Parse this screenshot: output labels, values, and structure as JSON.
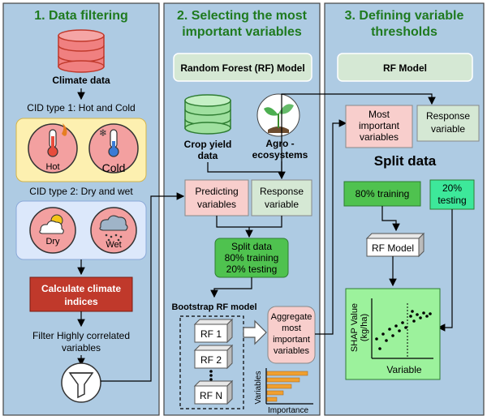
{
  "panel1": {
    "title": "1. Data filtering",
    "climate_data": "Climate data",
    "cid1": "CID type 1: Hot and Cold",
    "hot": "Hot",
    "cold": "Cold",
    "cid2": "CID type 2: Dry and wet",
    "dry": "Dry",
    "wet": "Wet",
    "calc_line1": "Calculate climate",
    "calc_line2": "indices",
    "filter_line1": "Filter Highly correlated",
    "filter_line2": "variables"
  },
  "panel2": {
    "title_line1": "2. Selecting the most",
    "title_line2": "important variables",
    "rf_model": "Random Forest (RF) Model",
    "crop_line1": "Crop yield",
    "crop_line2": "data",
    "agro_line1": "Agro -",
    "agro_line2": "ecosystems",
    "pred_line1": "Predicting",
    "pred_line2": "variables",
    "resp_line1": "Response",
    "resp_line2": "variable",
    "split_line1": "Split data",
    "split_line2": "80% training",
    "split_line3": "20% testing",
    "bootstrap": "Bootstrap RF model",
    "rf1": "RF 1",
    "rf2": "RF 2",
    "rfn": "RF N",
    "agg_line1": "Aggregate",
    "agg_line2": "most",
    "agg_line3": "important",
    "agg_line4": "variables",
    "axis_variables": "Variables",
    "axis_importance": "Importance"
  },
  "panel3": {
    "title_line1": "3. Defining variable",
    "title_line2": "thresholds",
    "rf_model": "RF Model",
    "most_line1": "Most",
    "most_line2": "important",
    "most_line3": "variables",
    "resp_line1": "Response",
    "resp_line2": "variable",
    "split_title": "Split data",
    "training": "80% training",
    "test_line1": "20%",
    "test_line2": "testing",
    "rf_model_small": "RF Model",
    "shap_line1": "SHAP Value",
    "shap_line2": "(kg/ha)",
    "variable": "Variable"
  },
  "colors": {
    "panel_bg": "#aecbe3",
    "header_green": "#1f7a1f",
    "pink_box": "#f8cecc",
    "green_box": "#d5e8d4",
    "bright_green": "#4fc24f",
    "red_box": "#c0392b",
    "orange_bar": "#f0a030",
    "yellow_bg": "#fdf0b0",
    "lightblue_bg": "#dce8fb"
  }
}
